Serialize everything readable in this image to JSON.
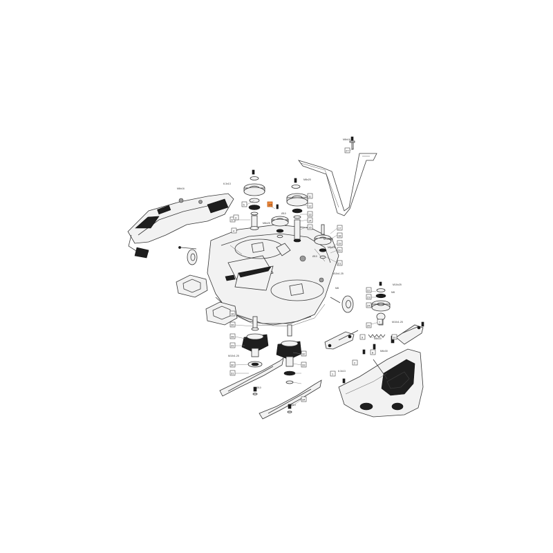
{
  "diagram": {
    "highlight_color": "#f08a3c",
    "line_color": "#3a3a3a",
    "callouts": [
      {
        "id": "c1",
        "label": "5"
      },
      {
        "id": "c2",
        "label": "14"
      },
      {
        "id": "c3",
        "label": "6"
      },
      {
        "id": "c4",
        "label": "11"
      },
      {
        "id": "c5",
        "label": "12"
      },
      {
        "id": "c6",
        "label": "13"
      },
      {
        "id": "c7",
        "label": "14"
      },
      {
        "id": "c8",
        "label": "15"
      },
      {
        "id": "c9",
        "label": "17"
      },
      {
        "id": "c10",
        "label": "18"
      },
      {
        "id": "c11",
        "label": "19"
      },
      {
        "id": "c12",
        "label": "20"
      },
      {
        "id": "c13",
        "label": "21"
      },
      {
        "id": "c14",
        "label": "22"
      },
      {
        "id": "c15",
        "label": "23"
      },
      {
        "id": "c16",
        "label": "24"
      },
      {
        "id": "c17",
        "label": "25"
      },
      {
        "id": "c18",
        "label": "27"
      },
      {
        "id": "c19",
        "label": "3"
      },
      {
        "id": "c20",
        "label": "4"
      },
      {
        "id": "c21",
        "label": "1"
      },
      {
        "id": "c22",
        "label": "2"
      },
      {
        "id": "c23",
        "label": "8"
      },
      {
        "id": "c24",
        "label": "9"
      },
      {
        "id": "c25",
        "label": "10"
      },
      {
        "id": "c26",
        "label": "7"
      },
      {
        "id": "c27",
        "label": "16"
      },
      {
        "id": "c28",
        "label": "26"
      },
      {
        "id": "c29",
        "label": "28"
      },
      {
        "id": "c30",
        "label": "29"
      },
      {
        "id": "c31",
        "label": "30"
      },
      {
        "id": "c32",
        "label": "31"
      },
      {
        "id": "c33",
        "label": "32"
      },
      {
        "id": "c34",
        "label": "33"
      },
      {
        "id": "c35",
        "label": "34"
      }
    ],
    "hardware_labels": [
      {
        "id": "h1",
        "text": "M8x16"
      },
      {
        "id": "h2",
        "text": "M8x20"
      },
      {
        "id": "h3",
        "text": "6.3x13"
      },
      {
        "id": "h4",
        "text": "M8x16"
      },
      {
        "id": "h5",
        "text": "M8x25"
      },
      {
        "id": "h6",
        "text": "M8x25"
      },
      {
        "id": "h7",
        "text": "M10x1.25"
      },
      {
        "id": "h8",
        "text": "M8"
      },
      {
        "id": "h9",
        "text": "M10x25"
      },
      {
        "id": "h10",
        "text": "M8"
      },
      {
        "id": "h11",
        "text": "M10x1.25"
      },
      {
        "id": "h12",
        "text": "M6x30"
      },
      {
        "id": "h13",
        "text": "6.3x13"
      },
      {
        "id": "h14",
        "text": "M10x1.25"
      },
      {
        "id": "h15",
        "text": "M8x20"
      },
      {
        "id": "h16",
        "text": "Ø10"
      },
      {
        "id": "h17",
        "text": "Ø10"
      },
      {
        "id": "h18",
        "text": "Ø10"
      },
      {
        "id": "h19",
        "text": "M16x1.5"
      },
      {
        "id": "h20",
        "text": "Ø10"
      }
    ]
  }
}
